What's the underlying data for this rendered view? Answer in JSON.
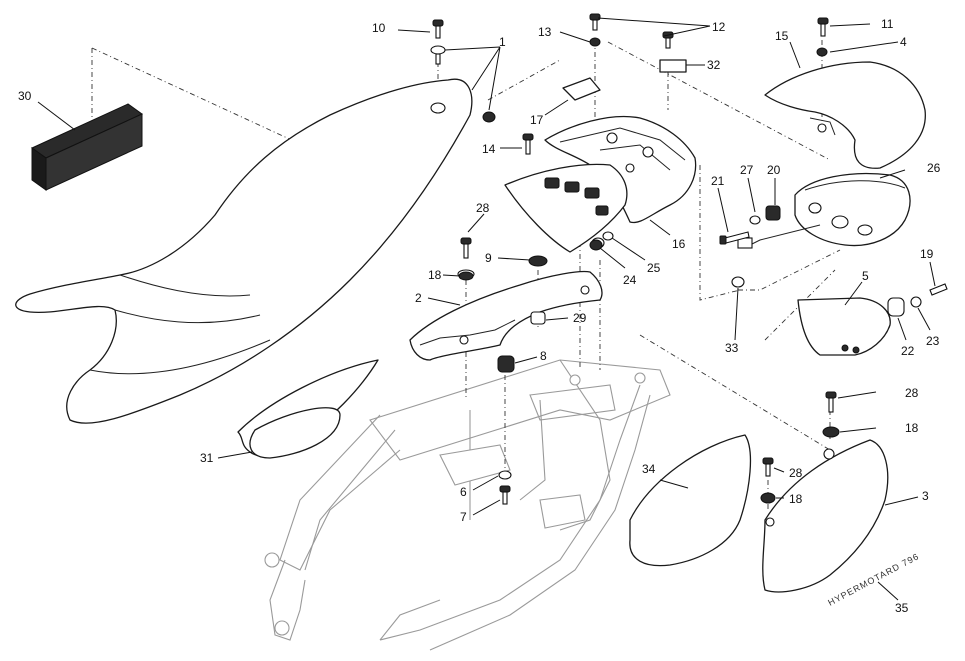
{
  "diagram": {
    "callouts": [
      "1",
      "2",
      "3",
      "4",
      "5",
      "6",
      "7",
      "8",
      "9",
      "10",
      "11",
      "12",
      "13",
      "14",
      "15",
      "16",
      "17",
      "18",
      "18",
      "18",
      "19",
      "20",
      "21",
      "22",
      "23",
      "24",
      "25",
      "26",
      "27",
      "28",
      "28",
      "28",
      "29",
      "30",
      "31",
      "32",
      "33",
      "34",
      "35"
    ],
    "logo_text": "HYPERMOTARD 796"
  }
}
